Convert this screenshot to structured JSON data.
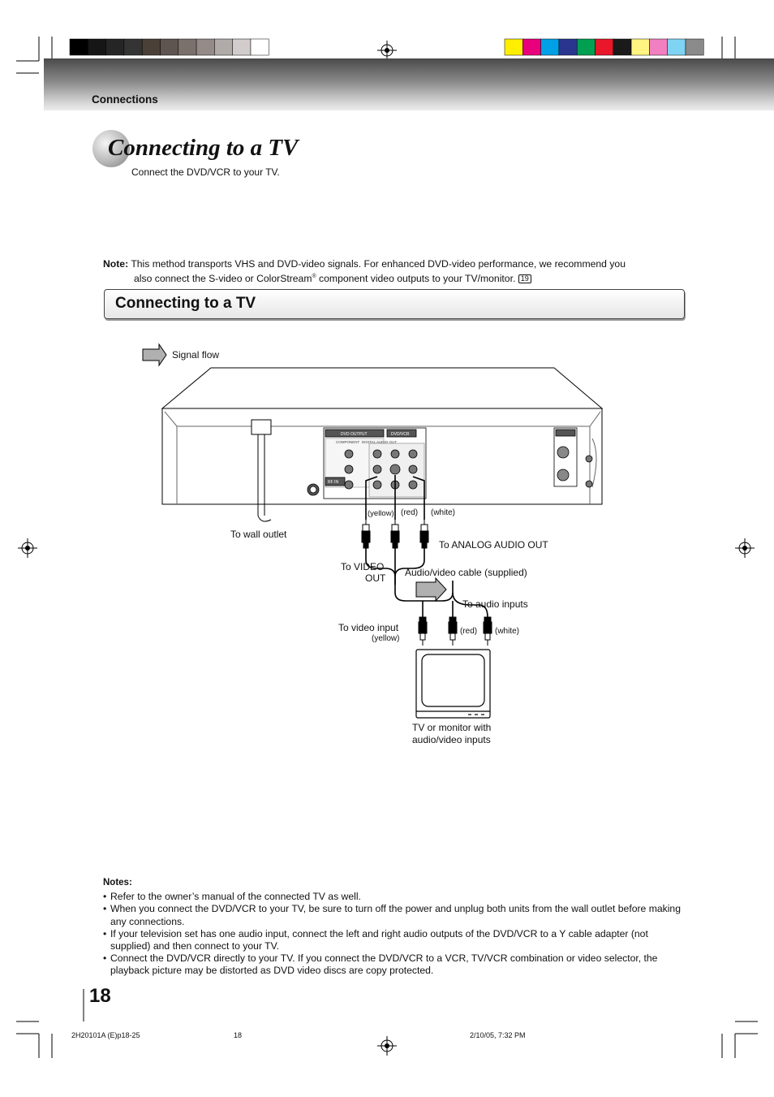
{
  "header": {
    "section": "Connections"
  },
  "title": "Connecting to a TV",
  "subtitle": "Connect the DVD/VCR to your TV.",
  "note": {
    "label": "Note:",
    "line1": "This method transports VHS and DVD-video signals. For enhanced DVD-video performance, we recommend you",
    "line2": "also connect the S-video or ColorStream",
    "reg": "®",
    "line2b": " component video outputs to your TV/monitor.",
    "ref_page": "19"
  },
  "section_box_title": "Connecting to a TV",
  "diagram": {
    "signal_flow": "Signal flow",
    "to_wall_outlet": "To wall outlet",
    "yellow": "(yellow)",
    "red": "(red)",
    "white": "(white)",
    "to_analog_audio_out": "To ANALOG AUDIO OUT",
    "to_video_out_1": "To VIDEO",
    "to_video_out_2": "OUT",
    "cable": "Audio/video cable (supplied)",
    "to_audio_inputs": "To audio inputs",
    "to_video_input": "To video input",
    "tv_1": "TV or monitor with",
    "tv_2": "audio/video inputs",
    "panel_dvd_output": "DVD OUTPUT",
    "panel_dvdvcr": "DVD/VCR",
    "panel_component": "COMPONENT",
    "panel_digital": "DIGITAL AUDIO OUT",
    "panel_rf": "RF IN"
  },
  "notes": {
    "head": "Notes:",
    "items": [
      "Refer to the owner’s manual of the connected TV as well.",
      "When you connect the DVD/VCR to your TV, be sure to turn off the power and unplug both units from the wall outlet before making any connections.",
      "If your television set has one audio input, connect the left and right audio outputs of the DVD/VCR to a Y cable adapter (not supplied) and then connect to your TV.",
      "Connect the DVD/VCR directly to your TV.  If you connect the DVD/VCR to a VCR, TV/VCR combination or video selector, the playback picture may be distorted as DVD video discs are copy protected."
    ]
  },
  "page_number": "18",
  "footer": {
    "left": "2H20101A (E)p18-25",
    "center": "18",
    "right": "2/10/05, 7:32 PM"
  },
  "colors": {
    "gray_bar": [
      "#000000",
      "#161616",
      "#252525",
      "#343434",
      "#4a4038",
      "#5e5450",
      "#7a706c",
      "#948a88",
      "#b0aaa8",
      "#d2cccc",
      "#ffffff"
    ],
    "color_bar": [
      "#ffee00",
      "#e8007c",
      "#00a0e6",
      "#2a3590",
      "#00a050",
      "#e8182a",
      "#1a1a1a",
      "#fff580",
      "#f27fc0",
      "#7fd4f4",
      "#8a8a8a"
    ]
  }
}
